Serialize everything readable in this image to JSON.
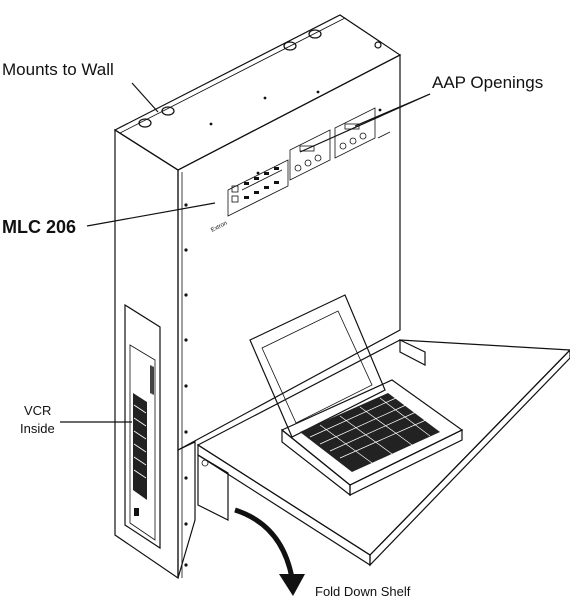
{
  "callouts": {
    "mounts": "Mounts to Wall",
    "aap": "AAP Openings",
    "mlc": "MLC 206",
    "vcr_line1": "VCR",
    "vcr_line2": "Inside",
    "shelf": "Fold Down Shelf"
  },
  "panel_brand": "Extron",
  "icons": {
    "arrow": "curved-down-arrow-icon"
  }
}
